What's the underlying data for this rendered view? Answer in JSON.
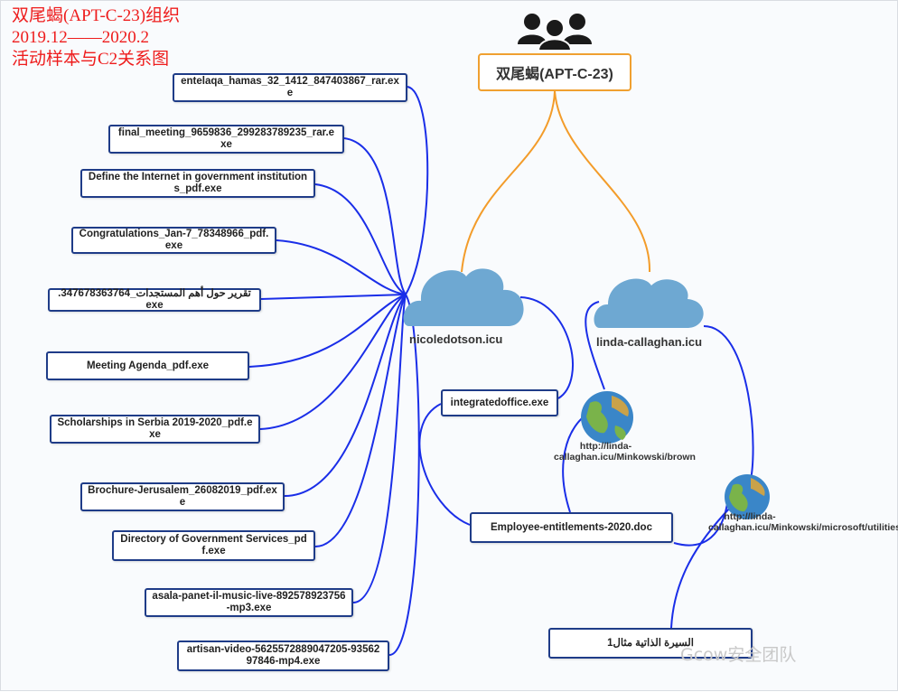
{
  "title": {
    "line1": "双尾蝎(APT-C-23)组织",
    "line2": "2019.12——2020.2",
    "line3": "活动样本与C2关系图"
  },
  "root": {
    "label": "双尾蝎(APT-C-23)"
  },
  "domains": {
    "d1": "nicoledotson.icu",
    "d2": "linda-callaghan.icu"
  },
  "urls": {
    "u1": "http://linda-callaghan.icu/Minkowski/brown",
    "u2": "http://linda-callaghan.icu/Minkowski/microsoft/utilities"
  },
  "samples": [
    "entelaqa_hamas_32_1412_847403867_rar.exe",
    "final_meeting_9659836_299283789235_rar.exe",
    "Define the Internet in government institutions_pdf.exe",
    "Congratulations_Jan-7_78348966_pdf.exe",
    "تقرير حول أهم المستجدات_347678363764.exe",
    "Meeting Agenda_pdf.exe",
    "Scholarships in Serbia 2019-2020_pdf.exe",
    "Brochure-Jerusalem_26082019_pdf.exe",
    "Directory of Government Services_pdf.exe",
    "asala-panet-il-music-live-892578923756-mp3.exe",
    "artisan-video-5625572889047205-9356297846-mp4.exe"
  ],
  "docs": {
    "integrated": "integratedoffice.exe",
    "employee": "Employee-entitlements-2020.doc",
    "cv": "السيرة الذاتية مثال1"
  },
  "watermark": "Gcow安全团队",
  "colors": {
    "title": "#ee1c1c",
    "connector": "#1a2ee8",
    "root_connector": "#f39c2a",
    "cloud": "#6ea8d2"
  }
}
